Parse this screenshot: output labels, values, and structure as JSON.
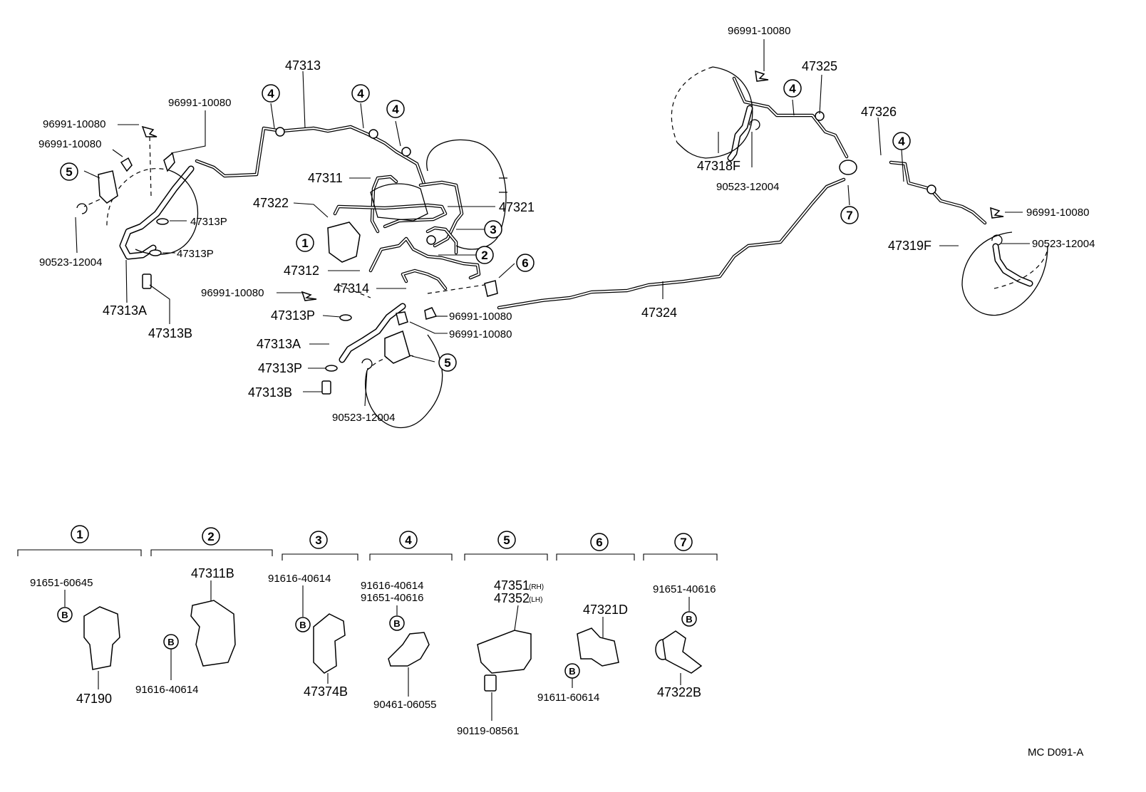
{
  "callouts": {
    "c1": "①",
    "c2": "②",
    "c3": "③",
    "c4": "④",
    "c5": "⑤",
    "c6": "⑥",
    "c7": "⑦"
  },
  "labels": {
    "p96991_a": "96991-10080",
    "p96991_b": "96991-10080",
    "p96991_c": "96991-10080",
    "p96991_d": "96991-10080",
    "p96991_e": "96991-10080",
    "p96991_f": "96991-10080",
    "p96991_g": "96991-10080",
    "p96991_h": "96991-10080",
    "p90523_a": "90523-12004",
    "p90523_b": "90523-12004",
    "p90523_c": "90523-12004",
    "p90523_d": "90523-12004",
    "p47313": "47313",
    "p47313P_a": "47313P",
    "p47313P_b": "47313P",
    "p47313P_c": "47313P",
    "p47313P_d": "47313P",
    "p47313A_a": "47313A",
    "p47313A_b": "47313A",
    "p47313B_a": "47313B",
    "p47313B_b": "47313B",
    "p47311": "47311",
    "p47322": "47322",
    "p47321": "47321",
    "p47312": "47312",
    "p47314": "47314",
    "p47324": "47324",
    "p47325": "47325",
    "p47326": "47326",
    "p47318F": "47318F",
    "p47319F": "47319F"
  },
  "legend": {
    "g1": {
      "num": "①",
      "bolt": "91651-60645",
      "part": "47190"
    },
    "g2": {
      "num": "②",
      "part": "47311B",
      "bolt": "91616-40614"
    },
    "g3": {
      "num": "③",
      "bolt": "91616-40614",
      "part": "47374B"
    },
    "g4": {
      "num": "④",
      "bolt1": "91616-40614",
      "bolt2": "91651-40616",
      "part": "90461-06055"
    },
    "g5": {
      "num": "⑤",
      "part_rh": "47351",
      "rh": "(RH)",
      "part_lh": "47352",
      "lh": "(LH)",
      "bolt": "90119-08561"
    },
    "g6": {
      "num": "⑥",
      "part": "47321D",
      "bolt": "91611-60614"
    },
    "g7": {
      "num": "⑦",
      "bolt": "91651-40616",
      "part": "47322B"
    },
    "bolt_mark": "B"
  },
  "footer": {
    "code": "MC  D091-A"
  }
}
